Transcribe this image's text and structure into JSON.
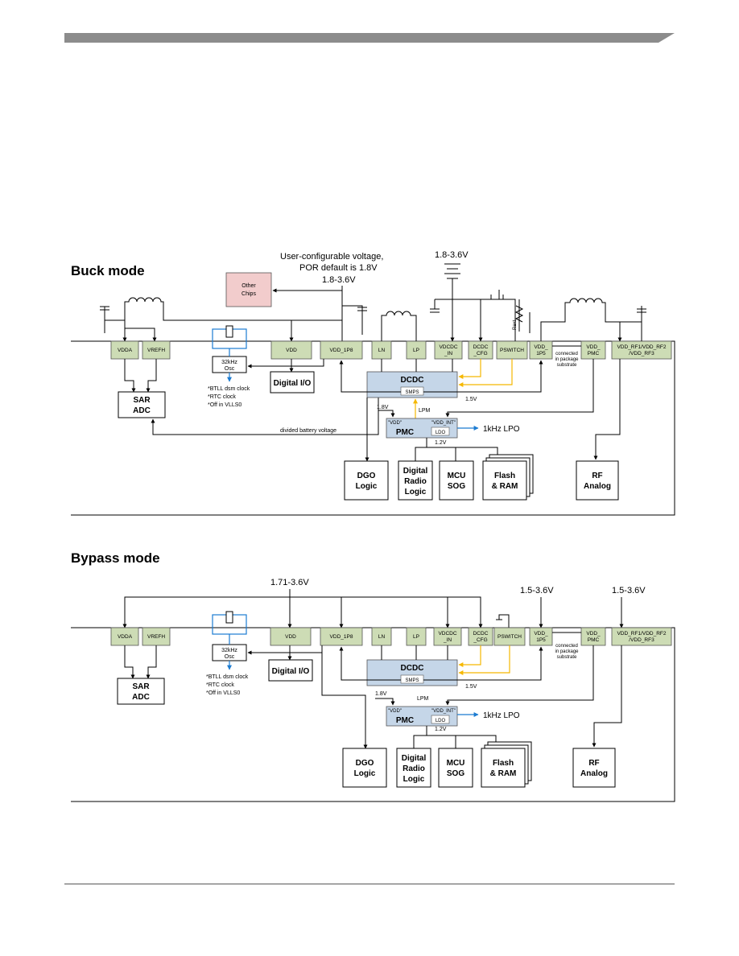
{
  "sections": [
    {
      "title": "Buck mode",
      "supply_note_line1": "User-configurable voltage,",
      "supply_note_line2": "POR default is 1.8V",
      "other_supply": "1.8-3.6V",
      "battery_supply": "1.8-3.6V",
      "other_chips": [
        "Other",
        "Chips"
      ],
      "divided_battery": "divided battery voltage"
    },
    {
      "title": "Bypass mode",
      "supply_main": "1.71-3.6V",
      "supply_vdd1p5": "1.5-3.6V",
      "supply_rf": "1.5-3.6V"
    }
  ],
  "pins": {
    "vdda": "VDDA",
    "vrefh": "VREFH",
    "vdd": "VDD",
    "vdd_1p8": "VDD_1P8",
    "ln": "LN",
    "lp": "LP",
    "vdcdc_in": [
      "VDCDC",
      "_IN"
    ],
    "dcdc_cfg": [
      "DCDC",
      "_CFG"
    ],
    "pswitch": "PSWITCH",
    "vdd_1p5": [
      "VDD_",
      "1P5"
    ],
    "vdd_pmc": [
      "VDD_",
      "PMC"
    ],
    "vdd_rf": [
      "VDD_RF1/VDD_RF2",
      "/VDD_RF3"
    ]
  },
  "blocks": {
    "sar_adc": [
      "SAR",
      "ADC"
    ],
    "osc": [
      "32kHz",
      "Osc"
    ],
    "digital_io": "Digital I/O",
    "dcdc": "DCDC",
    "smps": "SMPS",
    "pmc": "PMC",
    "ldo": "LDO",
    "pmc_vdd": "\"VDD\"",
    "pmc_vdd_int": "\"VDD_INT\"",
    "dgo": [
      "DGO",
      "Logic"
    ],
    "digital_radio": [
      "Digital",
      "Radio",
      "Logic"
    ],
    "mcu_sog": [
      "MCU",
      "SOG"
    ],
    "flash_ram": [
      "Flash",
      "& RAM"
    ],
    "rf_analog": [
      "RF",
      "Analog"
    ]
  },
  "labels": {
    "osc_notes": [
      "*BTLL dsm clock",
      "*RTC clock",
      "*Off in VLLS0"
    ],
    "connected": [
      "connected",
      "in package",
      "substrate"
    ],
    "v18": "1.8V",
    "v15": "1.5V",
    "v12": "1.2V",
    "lpm": "LPM",
    "lpo": "1kHz LPO",
    "rext": "Rext"
  },
  "colors": {
    "pin_fill": "#cddcb5",
    "dcdc_fill": "#c5d6e8",
    "other_chips_fill": "#f2cccc",
    "yellow_wire": "#f5b800",
    "blue_wire": "#1b7bd1"
  }
}
